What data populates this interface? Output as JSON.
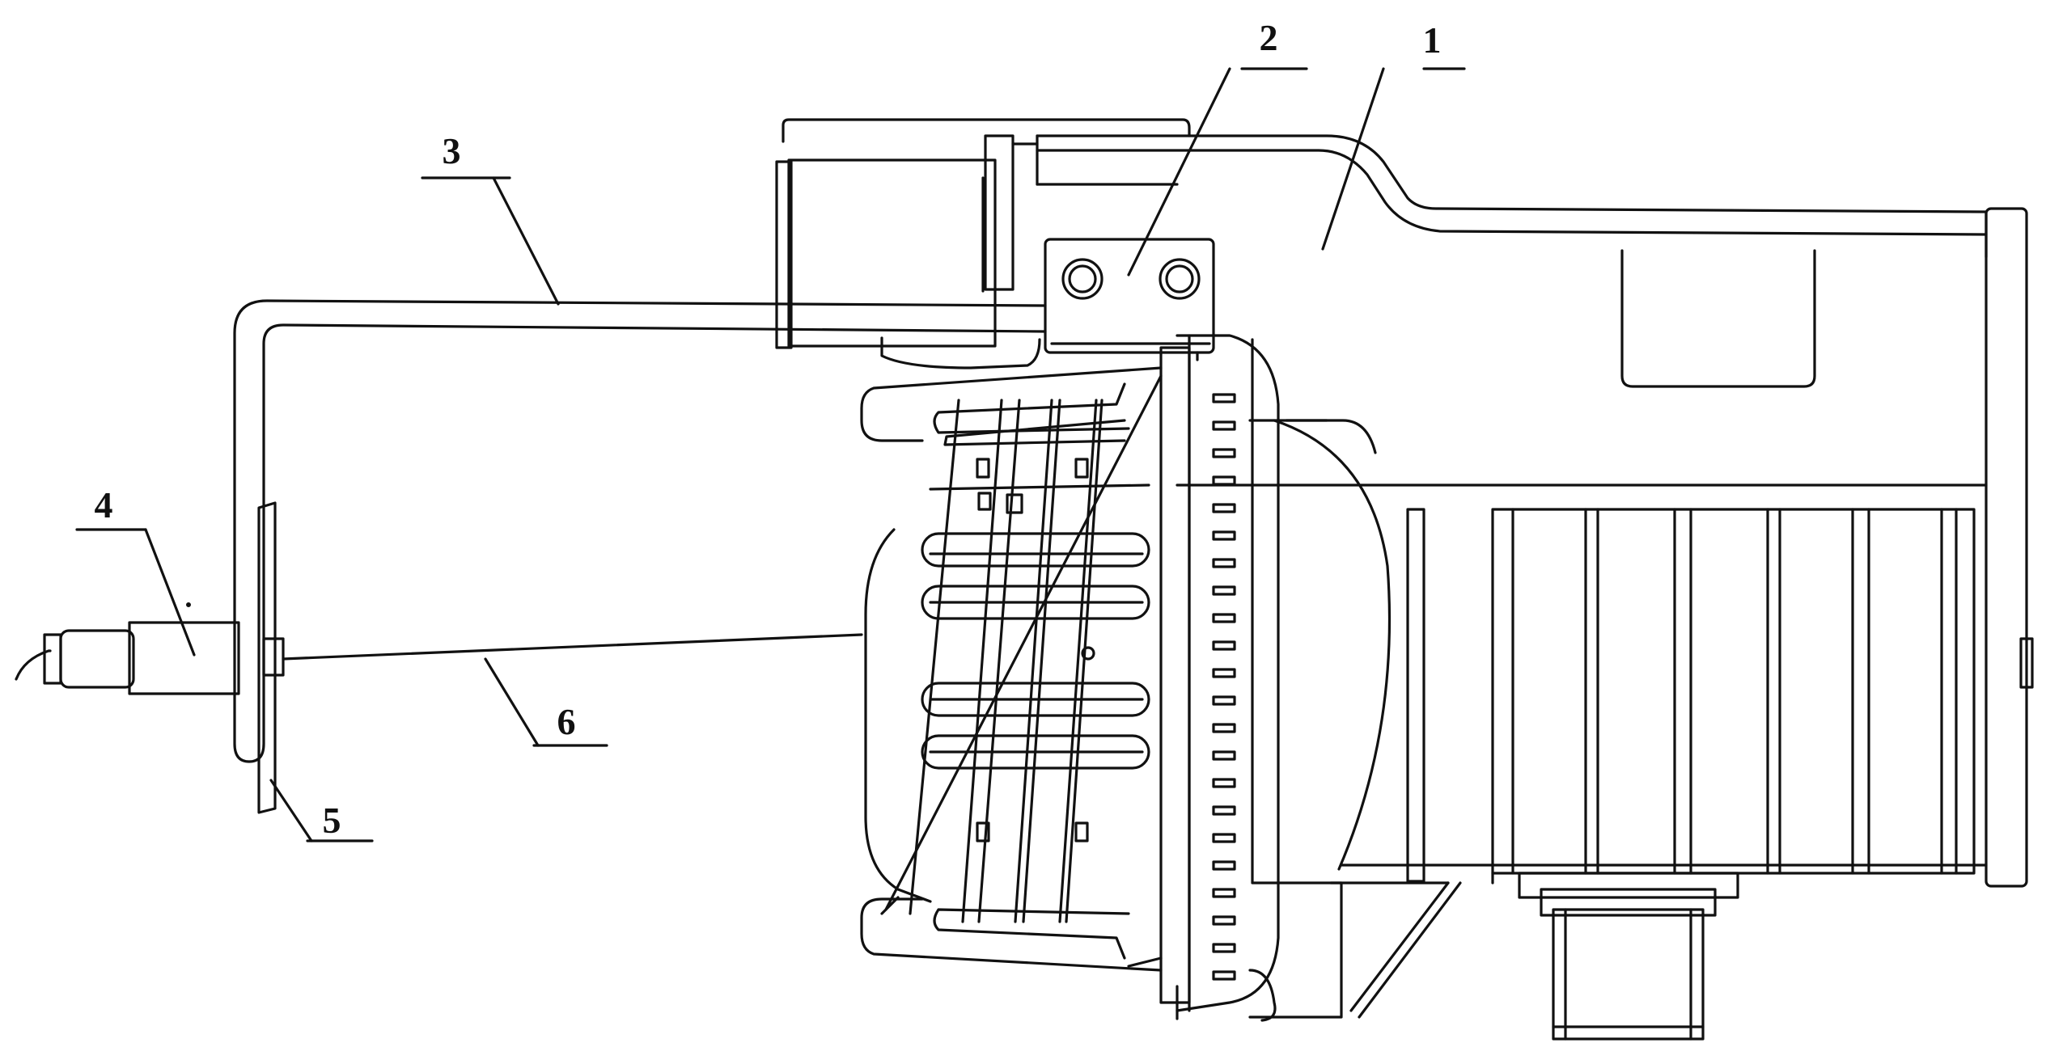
{
  "diagram": {
    "callouts": [
      {
        "id": "1",
        "label": "1"
      },
      {
        "id": "2",
        "label": "2"
      },
      {
        "id": "3",
        "label": "3"
      },
      {
        "id": "4",
        "label": "4"
      },
      {
        "id": "5",
        "label": "5"
      },
      {
        "id": "6",
        "label": "6"
      }
    ]
  },
  "colors": {
    "line": "#111111",
    "background": "#ffffff"
  }
}
